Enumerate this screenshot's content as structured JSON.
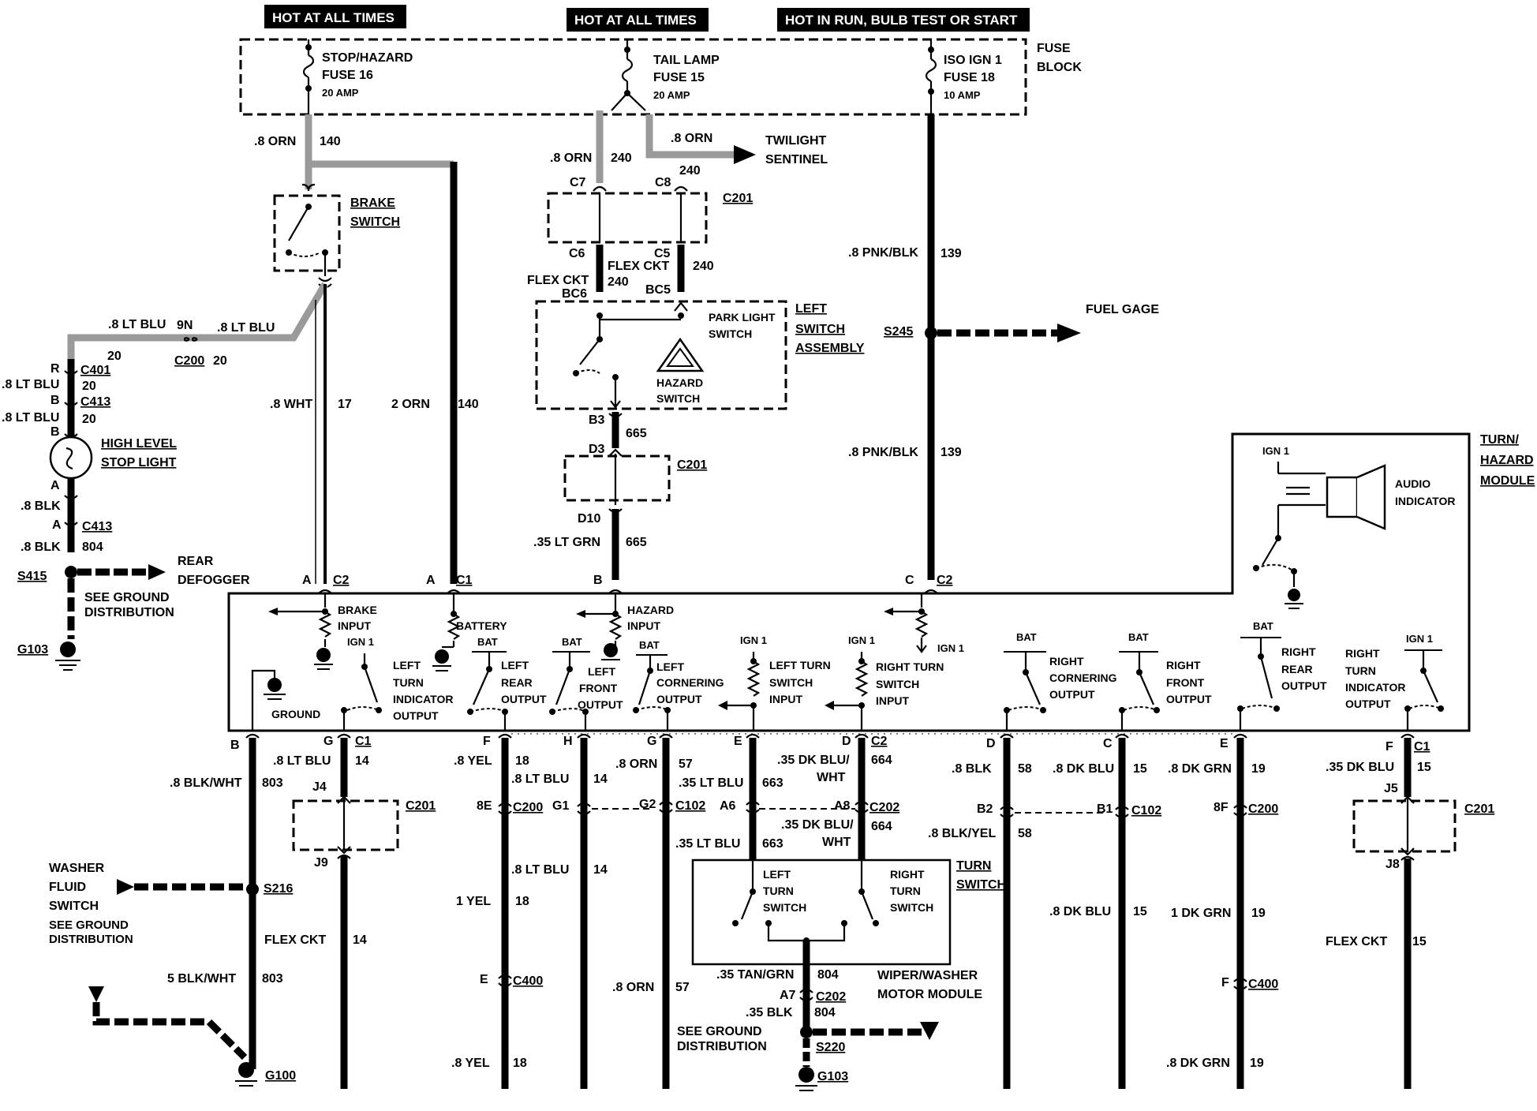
{
  "headers": {
    "hot1": "HOT AT ALL TIMES",
    "hot2": "HOT AT ALL TIMES",
    "hot3": "HOT IN RUN, BULB TEST OR START"
  },
  "fuse_block": {
    "label1": "FUSE",
    "label2": "BLOCK",
    "fuse16_a": "STOP/HAZARD",
    "fuse16_b": "FUSE 16",
    "fuse16_c": "20 AMP",
    "fuse15_a": "TAIL LAMP",
    "fuse15_b": "FUSE 15",
    "fuse15_c": "20 AMP",
    "fuse18_a": "ISO IGN 1",
    "fuse18_b": "FUSE 18",
    "fuse18_c": "10 AMP"
  },
  "left": {
    "w140a": ".8 ORN",
    "n140a": "140",
    "brake1": "BRAKE",
    "brake2": "SWITCH",
    "ltblu1": ".8 LT BLU",
    "n9n": "9N",
    "ltblu2": ".8 LT BLU",
    "n20a": "20",
    "c200": "C200",
    "n20b": "20",
    "r": "R",
    "c401": "C401",
    "ltblu3": ".8 LT BLU",
    "n20c": "20",
    "b": "B",
    "c413a": "C413",
    "ltblu4": ".8 LT BLU",
    "n20d": "20",
    "bb": "B",
    "hl1": "HIGH LEVEL",
    "hl2": "STOP LIGHT",
    "a1": "A",
    "blk1": ".8 BLK",
    "a2": "A",
    "c413b": "C413",
    "blk2": ".8 BLK",
    "n804": "804",
    "s415": "S415",
    "rd1": "REAR",
    "rd2": "DEFOGGER",
    "sgd1": "SEE GROUND",
    "sgd2": "DISTRIBUTION",
    "g103": "G103",
    "wht": ".8 WHT",
    "n17": "17",
    "orn2": "2 ORN",
    "n140b": "140",
    "a3": "A",
    "c2a": "C2",
    "a4": "A",
    "c1a": "C1"
  },
  "middle": {
    "orn240": ".8 ORN",
    "n240a": "240",
    "orn8": ".8 ORN",
    "twi1": "TWILIGHT",
    "twi2": "SENTINEL",
    "c7": "C7",
    "c8": "C8",
    "n240b": "240",
    "c201a": "C201",
    "c6": "C6",
    "c5": "C5",
    "flex1": "FLEX CKT",
    "flex2": "FLEX CKT",
    "n240c": "240",
    "n240d": "240",
    "bc6": "BC6",
    "bc5": "BC5",
    "park1": "PARK LIGHT",
    "park2": "SWITCH",
    "haz1": "HAZARD",
    "haz2": "SWITCH",
    "lsa1": "LEFT",
    "lsa2": "SWITCH",
    "lsa3": "ASSEMBLY",
    "b3": "B3",
    "n665a": "665",
    "d3": "D3",
    "c201b": "C201",
    "d10": "D10",
    "ltgrn": ".35 LT GRN",
    "n665b": "665",
    "bpin": "B"
  },
  "right_top": {
    "pnk1": ".8 PNK/BLK",
    "n139a": "139",
    "fuel": "FUEL GAGE",
    "s245": "S245",
    "pnk2": ".8 PNK/BLK",
    "n139b": "139",
    "c3": "C",
    "c2b": "C2"
  },
  "module": {
    "title1": "TURN/",
    "title2": "HAZARD",
    "title3": "MODULE",
    "ign_audio": "IGN 1",
    "audio1": "AUDIO",
    "audio2": "INDICATOR",
    "brake_in1": "BRAKE",
    "brake_in2": "INPUT",
    "ign_a": "IGN 1",
    "ltio1": "LEFT",
    "ltio2": "TURN",
    "ltio3": "INDICATOR",
    "ltio4": "OUTPUT",
    "ground": "GROUND",
    "batt1": "BATTERY",
    "bat_a": "BAT",
    "lro1": "LEFT",
    "lro2": "REAR",
    "lro3": "OUTPUT",
    "bat_b": "BAT",
    "lfo1": "LEFT",
    "lfo2": "FRONT",
    "lfo3": "OUTPUT",
    "hin1": "HAZARD",
    "hin2": "INPUT",
    "bat_c": "BAT",
    "lco1": "LEFT",
    "lco2": "CORNERING",
    "lco3": "OUTPUT",
    "ign_b": "IGN 1",
    "ltsi1": "LEFT TURN",
    "ltsi2": "SWITCH",
    "ltsi3": "INPUT",
    "ign_c": "IGN 1",
    "rtsi1": "RIGHT TURN",
    "rtsi2": "SWITCH",
    "rtsi3": "INPUT",
    "ign_d": "IGN 1",
    "bat_d": "BAT",
    "rco1": "RIGHT",
    "rco2": "CORNERING",
    "rco3": "OUTPUT",
    "bat_e": "BAT",
    "rfo1": "RIGHT",
    "rfo2": "FRONT",
    "rfo3": "OUTPUT",
    "bat_f": "BAT",
    "rro1": "RIGHT",
    "rro2": "REAR",
    "rro3": "OUTPUT",
    "ign_e": "IGN 1",
    "rio1": "RIGHT",
    "rio2": "TURN",
    "rio3": "INDICATOR",
    "rio4": "OUTPUT"
  },
  "bottom": {
    "pb": "B",
    "blkwht1": ".8 BLK/WHT",
    "n803a": "803",
    "washer1": "WASHER",
    "washer2": "FLUID",
    "washer3": "SWITCH",
    "washer4": "SEE GROUND",
    "washer5": "DISTRIBUTION",
    "s216": "S216",
    "blkwht2": "5 BLK/WHT",
    "n803b": "803",
    "g100": "G100",
    "pg": "G",
    "c1b": "C1",
    "ltblu_g": ".8 LT BLU",
    "n14a": "14",
    "j4": "J4",
    "c201c": "C201",
    "j9": "J9",
    "flex14": "FLEX CKT",
    "n14b": "14",
    "pf": "F",
    "yel1": ".8 YEL",
    "n18a": "18",
    "p8e": "8E",
    "c200b": "C200",
    "yel2": "1 YEL",
    "n18b": "18",
    "pe": "E",
    "c400a": "C400",
    "yel3": ".8 YEL",
    "n18c": "18",
    "ph": "H",
    "ltblu_h": ".8 LT BLU",
    "n14c": "14",
    "g1": "G1",
    "ltblu_h2": ".8 LT BLU",
    "n14d": "14",
    "pg2": "G",
    "orn57a": ".8 ORN",
    "n57a": "57",
    "g2": "G2",
    "c102a": "C102",
    "orn57b": ".8 ORN",
    "n57b": "57",
    "pe2": "E",
    "ltblu35a": ".35 LT BLU",
    "n663a": "663",
    "a6": "A6",
    "ltblu35b": ".35 LT BLU",
    "n663b": "663",
    "pd": "D",
    "c2c": "C2",
    "dkbluwht1a": ".35 DK BLU/",
    "dkbluwht1b": "WHT",
    "n664a": "664",
    "a8": "A8",
    "c202a": "C202",
    "dkbluwht2a": ".35 DK BLU/",
    "dkbluwht2b": "WHT",
    "n664b": "664",
    "lts1": "LEFT",
    "lts2": "TURN",
    "lts3": "SWITCH",
    "rts1": "RIGHT",
    "rts2": "TURN",
    "rts3": "SWITCH",
    "tsw1": "TURN",
    "tsw2": "SWITCH",
    "tangrn": ".35 TAN/GRN",
    "n804a": "804",
    "wiper1": "WIPER/WASHER",
    "wiper2": "MOTOR MODULE",
    "a7": "A7",
    "c202b": "C202",
    "blk35": ".35 BLK",
    "n804b": "804",
    "sgd3": "SEE GROUND",
    "sgd4": "DISTRIBUTION",
    "s220": "S220",
    "g103b": "G103",
    "pd2": "D",
    "blk58": ".8 BLK",
    "n58a": "58",
    "b2": "B2",
    "blkyel": ".8 BLK/YEL",
    "n58b": "58",
    "pc": "C",
    "dkblu1": ".8 DK BLU",
    "n15a": "15",
    "b1": "B1",
    "c102b": "C102",
    "dkblu2": ".8 DK BLU",
    "n15b": "15",
    "pe3": "E",
    "dkgrn1": ".8 DK GRN",
    "n19a": "19",
    "p8f": "8F",
    "c200c": "C200",
    "dkgrn2": "1 DK GRN",
    "n19b": "19",
    "pf2": "F",
    "c400b": "C400",
    "dkgrn3": ".8 DK GRN",
    "n19c": "19",
    "pf3": "F",
    "c1c": "C1",
    "dkblu35": ".35 DK BLU",
    "n15c": "15",
    "j5": "J5",
    "c201d": "C201",
    "j8": "J8",
    "flex15": "FLEX CKT",
    "n15d": "15"
  }
}
